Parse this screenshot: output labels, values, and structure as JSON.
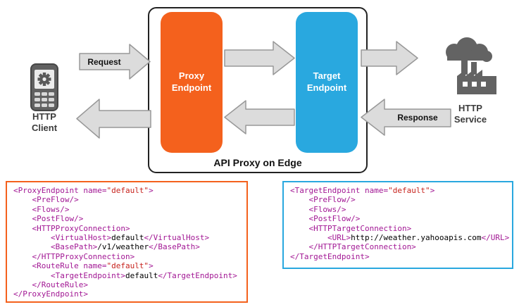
{
  "diagram": {
    "container_label": "API Proxy on Edge",
    "request_label": "Request",
    "response_label": "Response",
    "proxy_endpoint": {
      "label": "Proxy Endpoint"
    },
    "target_endpoint": {
      "label": "Target Endpoint"
    },
    "http_client": {
      "label": "HTTP\nClient"
    },
    "http_service": {
      "label": "HTTP\nService"
    },
    "colors": {
      "proxy_orange": "#F4611D",
      "target_blue": "#29A8DF",
      "arrow_fill": "#DCDCDC",
      "arrow_stroke": "#989898",
      "icon_gray": "#636363"
    }
  },
  "code_colors": {
    "tag": "#A21794",
    "value": "#C7231D",
    "text": "#000000"
  },
  "code_blocks": {
    "proxy_endpoint_xml": {
      "border_color": "#F4611D",
      "lines": [
        [
          {
            "c": "m",
            "s": "<ProxyEndpoint name="
          },
          {
            "c": "v",
            "s": "\"default\""
          },
          {
            "c": "m",
            "s": ">"
          }
        ],
        [
          {
            "c": "m",
            "s": "    <PreFlow/>"
          }
        ],
        [
          {
            "c": "m",
            "s": "    <Flows/>"
          }
        ],
        [
          {
            "c": "m",
            "s": "    <PostFlow/>"
          }
        ],
        [
          {
            "c": "m",
            "s": "    <HTTPProxyConnection>"
          }
        ],
        [
          {
            "c": "m",
            "s": "        <VirtualHost>"
          },
          {
            "c": "t",
            "s": "default"
          },
          {
            "c": "m",
            "s": "</VirtualHost>"
          }
        ],
        [
          {
            "c": "m",
            "s": "        <BasePath>"
          },
          {
            "c": "t",
            "s": "/v1/weather"
          },
          {
            "c": "m",
            "s": "</BasePath>"
          }
        ],
        [
          {
            "c": "m",
            "s": "    </HTTPProxyConnection>"
          }
        ],
        [
          {
            "c": "m",
            "s": "    <RouteRule name="
          },
          {
            "c": "v",
            "s": "\"default\""
          },
          {
            "c": "m",
            "s": ">"
          }
        ],
        [
          {
            "c": "m",
            "s": "        <TargetEndpoint>"
          },
          {
            "c": "t",
            "s": "default"
          },
          {
            "c": "m",
            "s": "</TargetEndpoint>"
          }
        ],
        [
          {
            "c": "m",
            "s": "    </RouteRule>"
          }
        ],
        [
          {
            "c": "m",
            "s": "</ProxyEndpoint>"
          }
        ]
      ]
    },
    "target_endpoint_xml": {
      "border_color": "#29A8DF",
      "lines": [
        [
          {
            "c": "m",
            "s": "<TargetEndpoint name="
          },
          {
            "c": "v",
            "s": "\"default\""
          },
          {
            "c": "m",
            "s": ">"
          }
        ],
        [
          {
            "c": "m",
            "s": "    <PreFlow/>"
          }
        ],
        [
          {
            "c": "m",
            "s": "    <Flows/>"
          }
        ],
        [
          {
            "c": "m",
            "s": "    <PostFlow/>"
          }
        ],
        [
          {
            "c": "m",
            "s": "    <HTTPTargetConnection>"
          }
        ],
        [
          {
            "c": "m",
            "s": "        <URL>"
          },
          {
            "c": "t",
            "s": "http://weather.yahooapis.com"
          },
          {
            "c": "m",
            "s": "</URL>"
          }
        ],
        [
          {
            "c": "m",
            "s": "    </HTTPTargetConnection>"
          }
        ],
        [
          {
            "c": "m",
            "s": "</TargetEndpoint>"
          }
        ]
      ]
    }
  }
}
